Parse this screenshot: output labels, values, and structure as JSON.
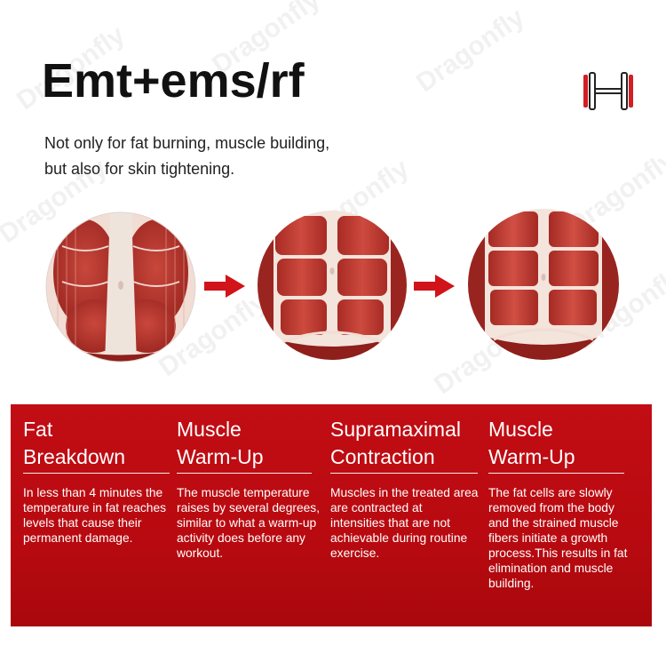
{
  "title": "Emt+ems/rf",
  "subtitle": {
    "line1": "Not only for fat burning, muscle building,",
    "line2": "but also for skin tightening."
  },
  "watermark": "Dragonfly",
  "colors": {
    "accent": "#c20d14",
    "muscle": "#b5302a",
    "text": "#111111"
  },
  "icons": {
    "logo": "dumbbell-icon",
    "arrow": "right-arrow-icon"
  },
  "stages": [
    {
      "name": "Fat Breakdown"
    },
    {
      "name": "Muscle Warm-Up"
    },
    {
      "name": "Supramaximal Contraction"
    },
    {
      "name": "Muscle Warm-Up"
    }
  ],
  "columns": [
    {
      "heading_line1": "Fat",
      "heading_line2": "Breakdown",
      "text": "In less than 4 minutes the temperature in fat reaches levels that cause their permanent damage."
    },
    {
      "heading_line1": "Muscle",
      "heading_line2": "Warm-Up",
      "text": "The muscle temperature raises by several degrees, similar to what a warm-up activity does before any workout."
    },
    {
      "heading_line1": "Supramaximal",
      "heading_line2": "Contraction",
      "text": "Muscles in the treated area are contracted at intensities that are not achievable during routine exercise."
    },
    {
      "heading_line1": "Muscle",
      "heading_line2": "Warm-Up",
      "text": "The fat cells are slowly removed from the body and the strained muscle fibers initiate a growth process.This results in fat elimination and muscle building."
    }
  ]
}
